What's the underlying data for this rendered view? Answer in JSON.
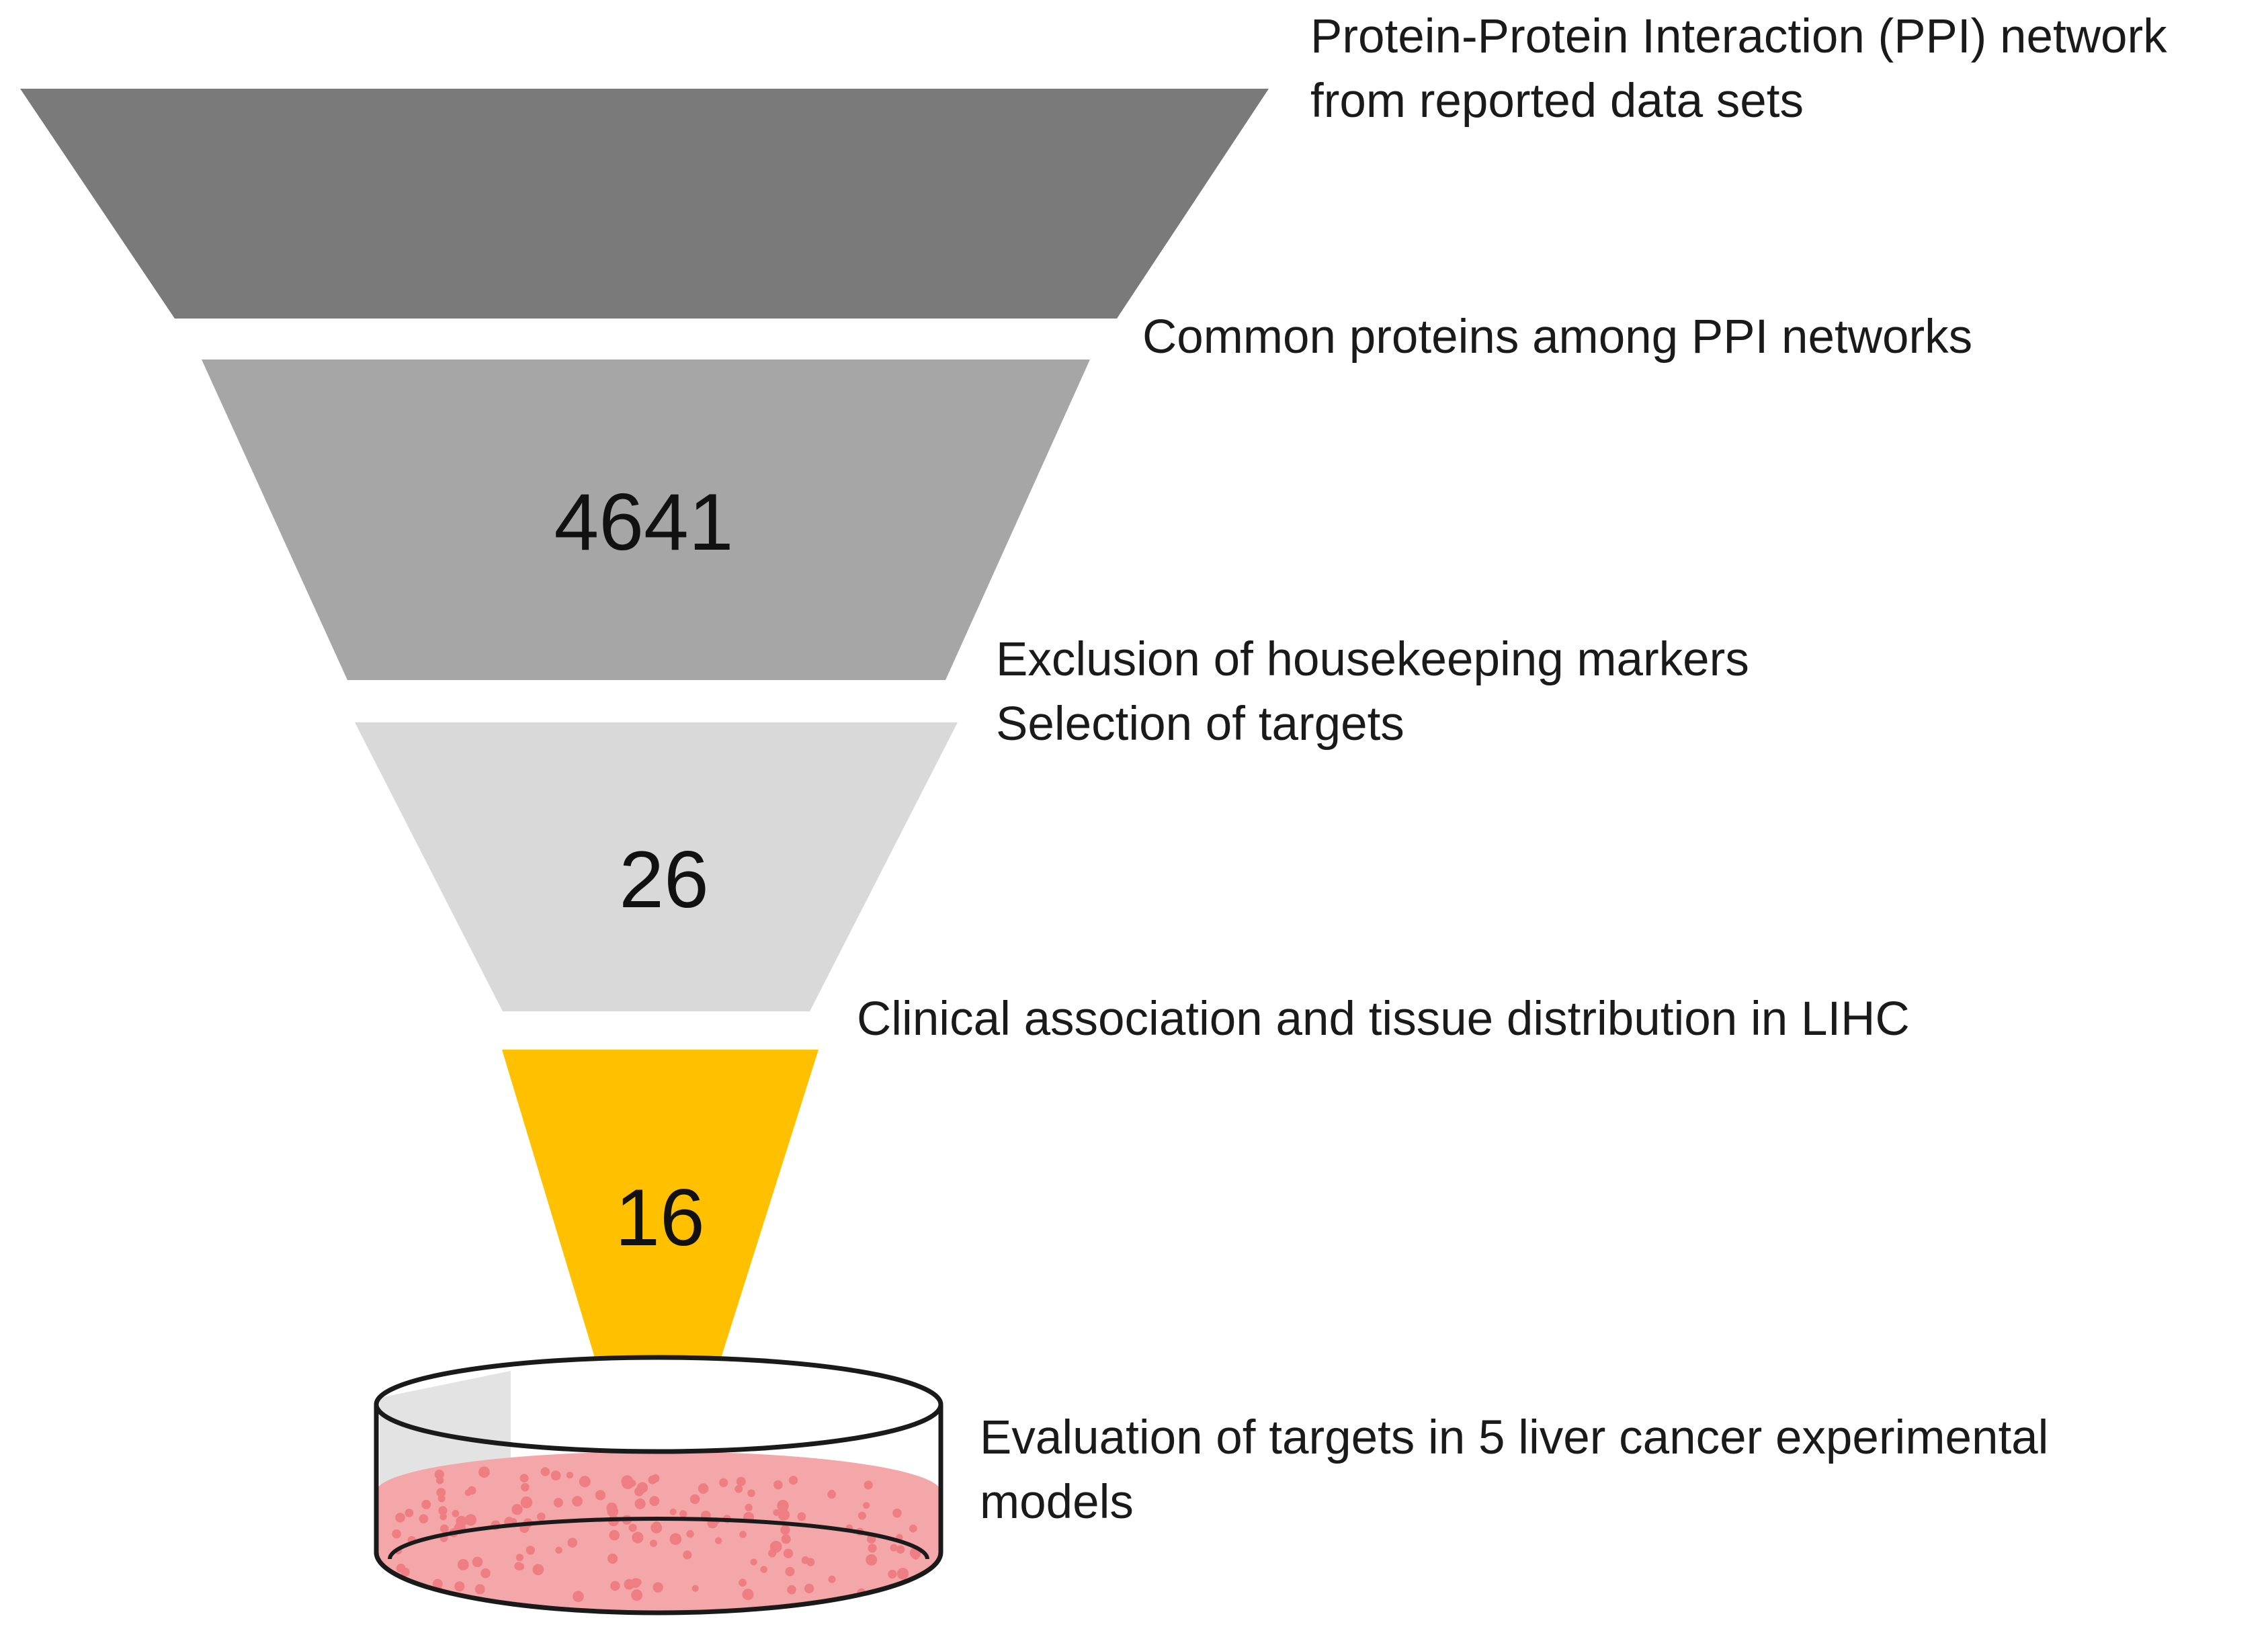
{
  "stages": [
    {
      "id": "ppi",
      "lines": [
        "Protein-Protein Interaction (PPI) network",
        "from reported data sets"
      ],
      "count": "",
      "color": "#7a7a7a"
    },
    {
      "id": "common",
      "lines": [
        "Common proteins among PPI networks"
      ],
      "count": "4641",
      "color": "#a6a6a6"
    },
    {
      "id": "exclusion",
      "lines": [
        "Exclusion of housekeeping markers",
        "Selection of targets"
      ],
      "count": "26",
      "color": "#d9d9d9"
    },
    {
      "id": "clinical",
      "lines": [
        "Clinical association and tissue distribution in LIHC"
      ],
      "count": "16",
      "color": "#ffc000"
    }
  ],
  "evaluation": {
    "lines": [
      "Evaluation of targets in 5 liver cancer experimental",
      "models"
    ]
  },
  "dish": {
    "medium_color": "#f4a7a9",
    "cell_color": "#ee7e83",
    "rim_color": "#1a1a1a"
  }
}
